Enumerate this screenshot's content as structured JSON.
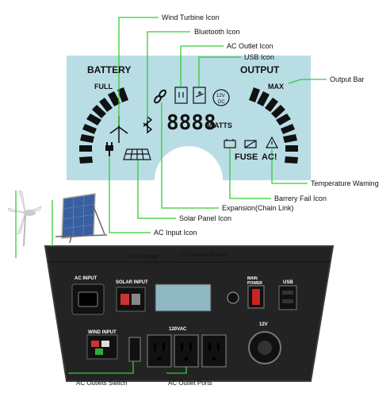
{
  "callouts": {
    "wind_turbine": "Wind Turbine Icon",
    "bluetooth": "Bluetooth Icon",
    "ac_outlet": "AC Outlet Icon",
    "usb": "USB Icon",
    "output_bar": "Output Bar",
    "temperature_warning": "Temperature Waming",
    "battery_fail": "Barrery Fail Icon",
    "expansion": "Expansion(Chain Link)",
    "solar_panel": "Solar Panel Icon",
    "ac_input": "AC Input Icon",
    "lcd_display": "LCD Display",
    "lcd_display_button": "LCD Display Button",
    "ac_outlets_switch": "AC Outlets Switch",
    "ac_outlet_ports": "AC Outlet Ports"
  },
  "lcd": {
    "battery": "BATTERY",
    "output": "OUTPUT",
    "full": "FULL",
    "max": "MAX",
    "digits": "8888",
    "unit": "WATTS",
    "fuse": "FUSE",
    "ac_warn": "AC!",
    "dc_12v": "12V",
    "dc_label": "DC",
    "colors": {
      "screen": "#b8dde5",
      "segments": "#111111",
      "callout_line": "#33cc33"
    }
  },
  "panel": {
    "ac_input": "AC INPUT",
    "solar_input": "SOLAR INPUT",
    "wind_input": "WIND INPUT",
    "main_power": "MAIN\nPOWER",
    "usb": "USB",
    "v120": "120VAC",
    "v12": "12V"
  }
}
